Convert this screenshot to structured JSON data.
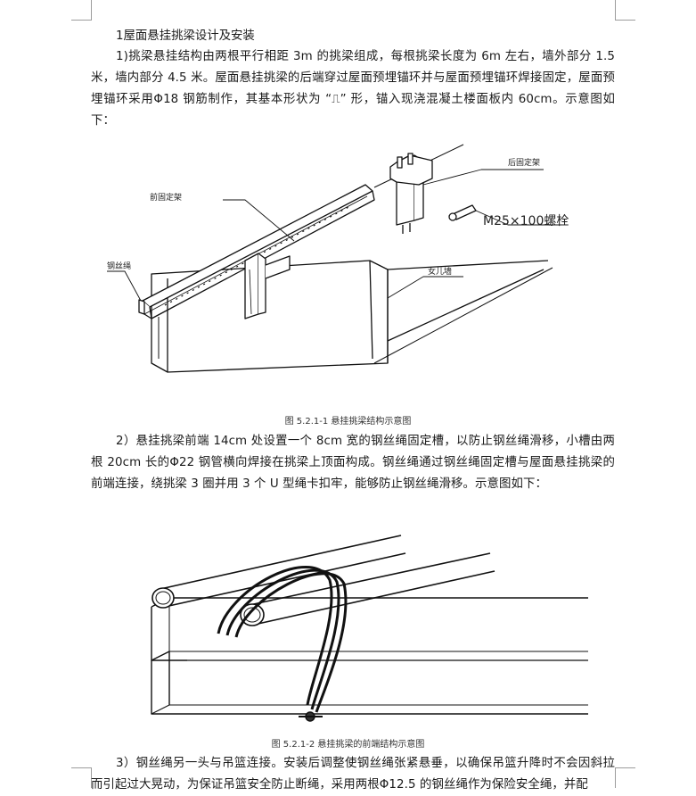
{
  "section": {
    "heading": "1屋面悬挂挑梁设计及安装",
    "paragraph1": "1)挑梁悬挂结构由两根平行相距 3m 的挑梁组成，每根挑梁长度为 6m 左右，墙外部分 1.5 米，墙内部分 4.5 米。屋面悬挂挑梁的后端穿过屋面预埋锚环并与屋面预埋锚环焊接固定，屋面预埋锚环采用Φ18 钢筋制作，其基本形状为 “⎍” 形，锚入现浇混凝土楼面板内 60cm。示意图如下：",
    "paragraph2": "2）悬挂挑梁前端 14cm 处设置一个 8cm 宽的钢丝绳固定槽，以防止钢丝绳滑移，小槽由两根 20cm 长的Φ22 钢管横向焊接在挑梁上顶面构成。钢丝绳通过钢丝绳固定槽与屋面悬挂挑梁的前端连接，绕挑梁 3 圈并用 3 个 U 型绳卡扣牢，能够防止钢丝绳滑移。示意图如下：",
    "paragraph3": "3）钢丝绳另一头与吊篮连接。安装后调整使钢丝绳张紧悬垂，以确保吊篮升降时不会因斜拉而引起过大晃动，为保证吊篮安全防止断绳，采用两根Φ12.5 的钢丝绳作为保险安全绳，并配"
  },
  "figure1": {
    "caption": "图 5.2.1-1 悬挂挑梁结构示意图",
    "labels": {
      "front_frame": "前固定架",
      "rear_frame": "后固定架",
      "bolt": "M25×100螺栓",
      "wire_rope": "钢丝绳",
      "parapet": "女儿墙"
    }
  },
  "figure2": {
    "caption": "图 5.2.1-2 悬挂挑梁的前端结构示意图"
  }
}
